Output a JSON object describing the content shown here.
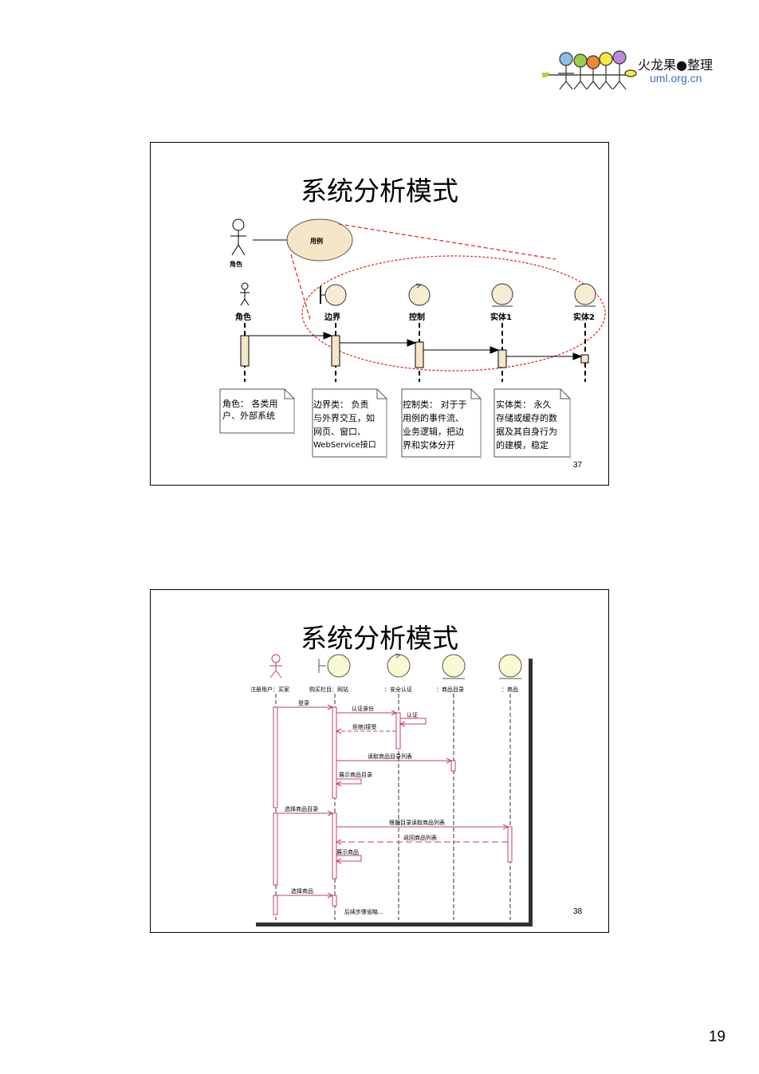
{
  "logo": {
    "text1": "火龙果●整理",
    "text2": "uml.org.cn"
  },
  "slide1": {
    "title": "系统分析模式",
    "number": "37",
    "usecase_actor_label": "角色",
    "usecase_label": "用例",
    "lifelines": [
      "角色",
      "边界",
      "控制",
      "实体1",
      "实体2"
    ],
    "notes": [
      [
        "角色： 各类用",
        "户、外部系统"
      ],
      [
        "边界类： 负责",
        "与外界交互，如",
        "网页、窗口、",
        "WebService接口"
      ],
      [
        "控制类： 对于于",
        "用例的事件流、",
        "业务逻辑，把边",
        "界和实体分开"
      ],
      [
        "实体类： 永久",
        "存储或缓存的数",
        "据及其自身行为",
        "的建模，稳定"
      ]
    ]
  },
  "slide2": {
    "title": "系统分析模式",
    "number": "38",
    "lifelines": [
      "注册用户：买家",
      "购买栏目：网站",
      "：安全认证",
      "：商品目录",
      "：商品"
    ],
    "messages": [
      "登录",
      "认证身份",
      "认证",
      "拒绝|接受",
      "读取商品目录列表",
      "展示商品目录",
      "选择商品目录",
      "根据目录读取商品列表",
      "返回商品列表",
      "展示商品",
      "选择商品",
      "后续步骤省略..."
    ]
  },
  "page_number": "19",
  "colors": {
    "accent_red": "#e02020",
    "object_fill": "#f7ecd2",
    "seq_line": "#c0406a"
  }
}
